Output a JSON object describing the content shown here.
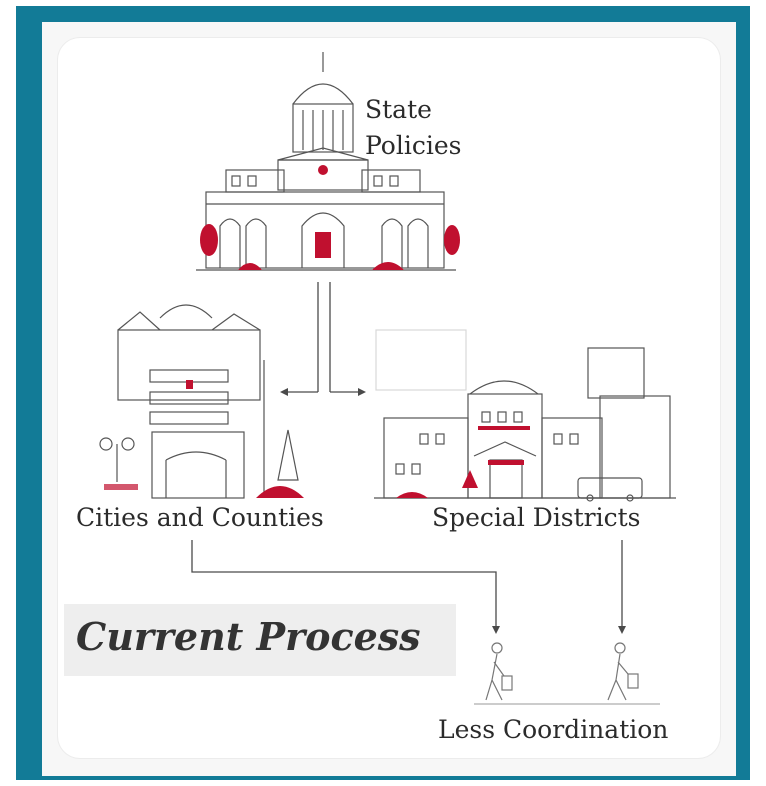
{
  "nodes": {
    "state_line1": "State",
    "state_line2": "Policies",
    "cities": "Cities and Counties",
    "special": "Special Districts",
    "outcome": "Less Coordination"
  },
  "banner": {
    "title": "Current Process"
  },
  "colors": {
    "frame": "#127b97",
    "accent": "#c0102f",
    "line": "#4a4a4a",
    "text": "#2b2b2b"
  }
}
